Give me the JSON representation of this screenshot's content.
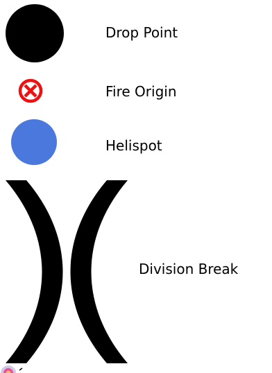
{
  "legend": {
    "items": [
      {
        "id": "drop-point",
        "label": "Drop Point",
        "symbol": "filled-circle",
        "color": "#000000"
      },
      {
        "id": "fire-origin",
        "label": "Fire Origin",
        "symbol": "circled-x",
        "color": "#ee1111"
      },
      {
        "id": "helispot",
        "label": "Helispot",
        "symbol": "filled-circle",
        "color": "#4a78dc"
      },
      {
        "id": "division-break",
        "label": "Division Break",
        "symbol": "opposed-brackets",
        "color": "#000000"
      }
    ]
  }
}
